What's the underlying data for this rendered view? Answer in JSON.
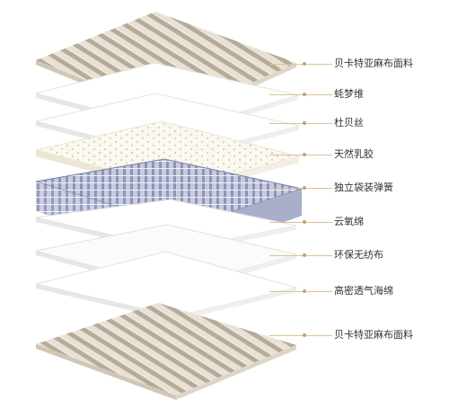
{
  "layers": [
    {
      "label": "贝卡特亚麻布面料",
      "material": "linen-fabric"
    },
    {
      "label": "蚝梦维",
      "material": "white-sheet"
    },
    {
      "label": "杜贝丝",
      "material": "white-sheet"
    },
    {
      "label": "天然乳胶",
      "material": "latex-dotted"
    },
    {
      "label": "独立袋装弹簧",
      "material": "pocket-springs"
    },
    {
      "label": "云氧绵",
      "material": "white-sheet"
    },
    {
      "label": "环保无纺布",
      "material": "white-sheet"
    },
    {
      "label": "高密透气海绵",
      "material": "white-sheet"
    },
    {
      "label": "贝卡特亚麻布面料",
      "material": "linen-fabric"
    }
  ],
  "colors": {
    "stripe_light": "#e8e2d6",
    "stripe_dark": "#b7ab98",
    "sheet": "#ffffff",
    "sheet_edge": "#d9d9d9",
    "latex": "#fbf8ef",
    "spring": "#8e94b8",
    "leader": "#d9c39a",
    "label_text": "#333333"
  }
}
